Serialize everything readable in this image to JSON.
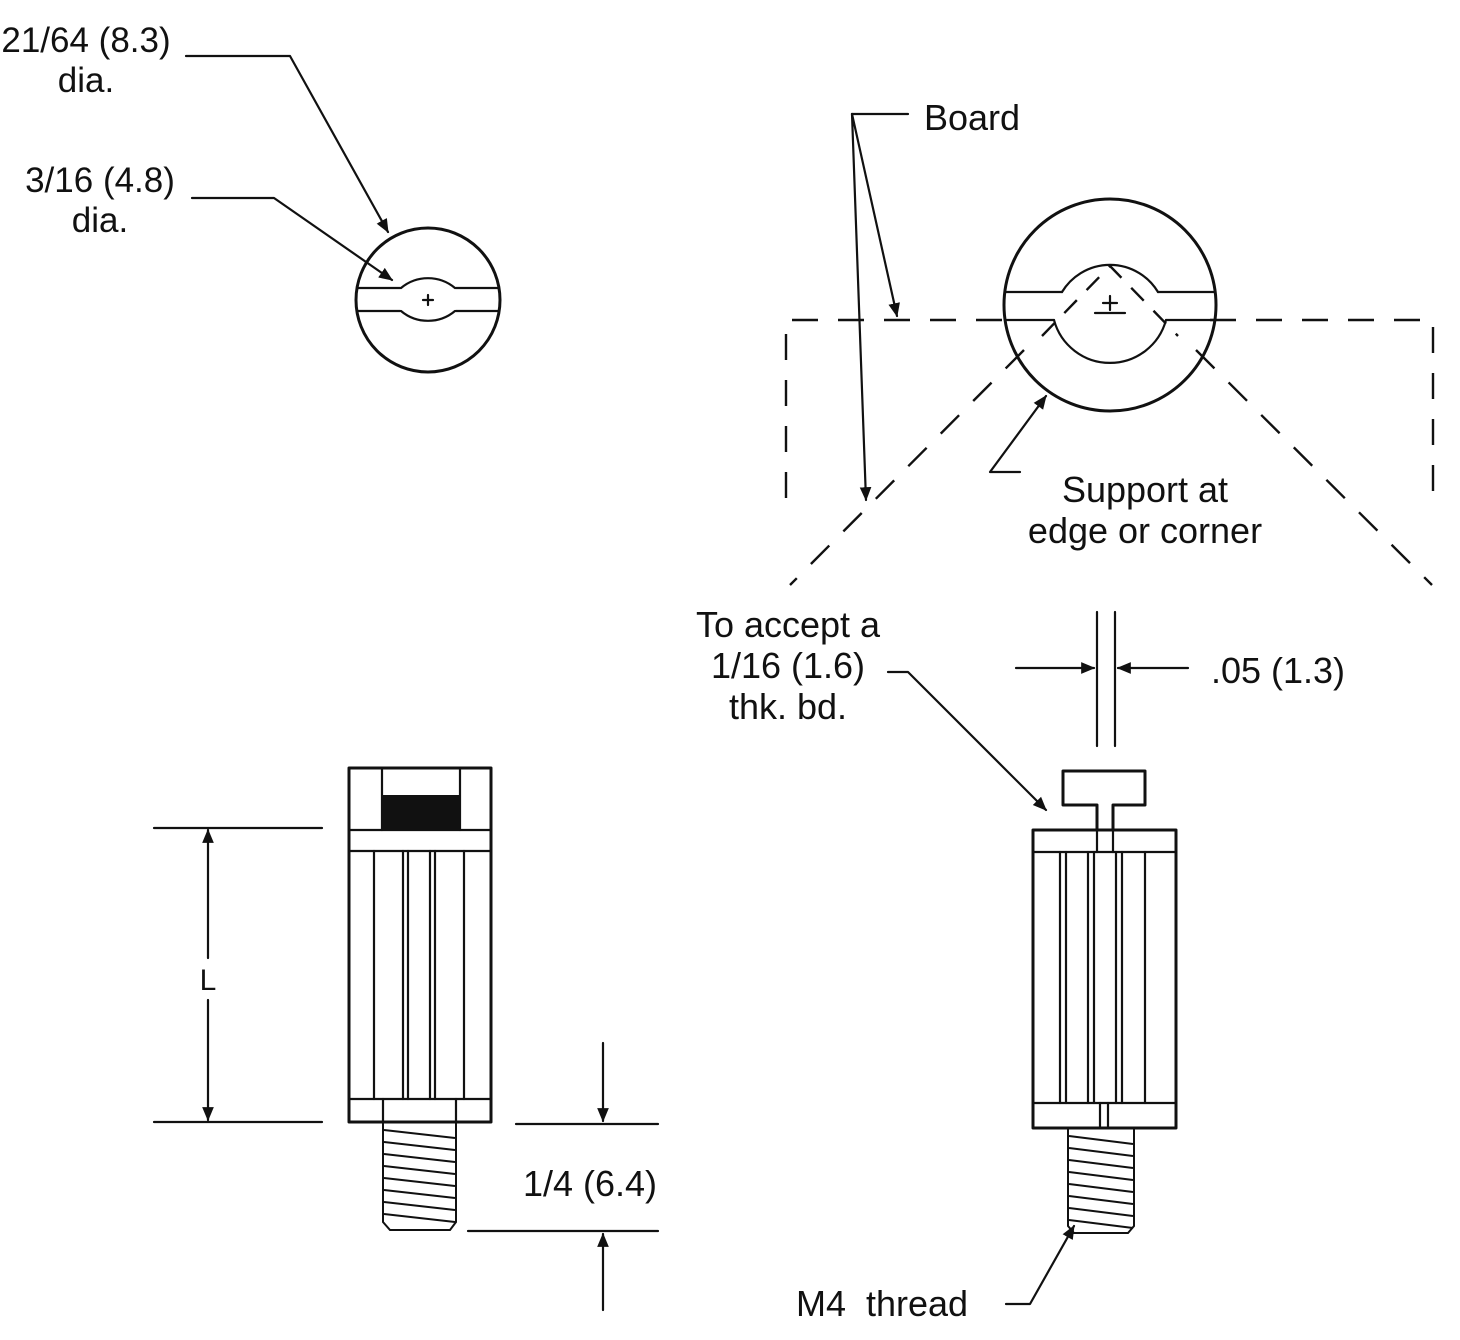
{
  "labels": {
    "outer_dia": "21/64 (8.3)",
    "dia_1": "dia.",
    "inner_dia": "3/16 (4.8)",
    "dia_2": "dia.",
    "board": "Board",
    "support_line1": "Support at",
    "support_line2": "edge or corner",
    "accept_line1": "To accept a",
    "accept_line2": "1/16 (1.6)",
    "accept_line3": "thk. bd.",
    "slot_width": ".05 (1.3)",
    "length": "L",
    "thread_length": "1/4 (6.4)",
    "thread_spec": "M4  thread"
  },
  "colors": {
    "ink": "#111111",
    "background": "#ffffff"
  }
}
